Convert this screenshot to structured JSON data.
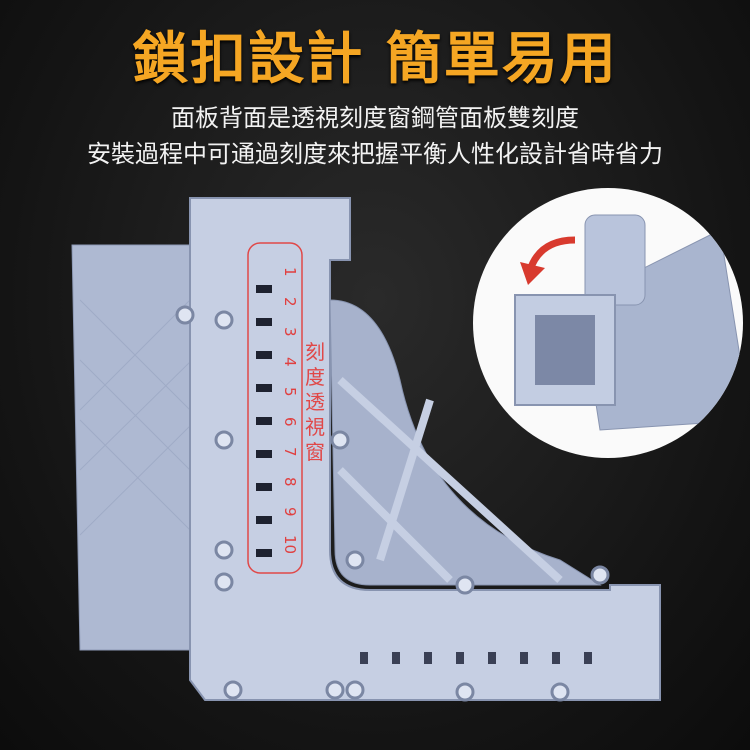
{
  "header": {
    "title": "鎖扣設計 簡單易用",
    "subtitle_line1": "面板背面是透視刻度窗鋼管面板雙刻度",
    "subtitle_line2": "安裝過程中可通過刻度來把握平衡人性化設計省時省力"
  },
  "product": {
    "scale_numbers": [
      "1",
      "2",
      "3",
      "4",
      "5",
      "6",
      "7",
      "8",
      "9",
      "10"
    ],
    "window_label": "刻度透視窗"
  },
  "colors": {
    "title": "#f5a623",
    "plastic": "#b9c4dc",
    "label": "#e04848"
  }
}
